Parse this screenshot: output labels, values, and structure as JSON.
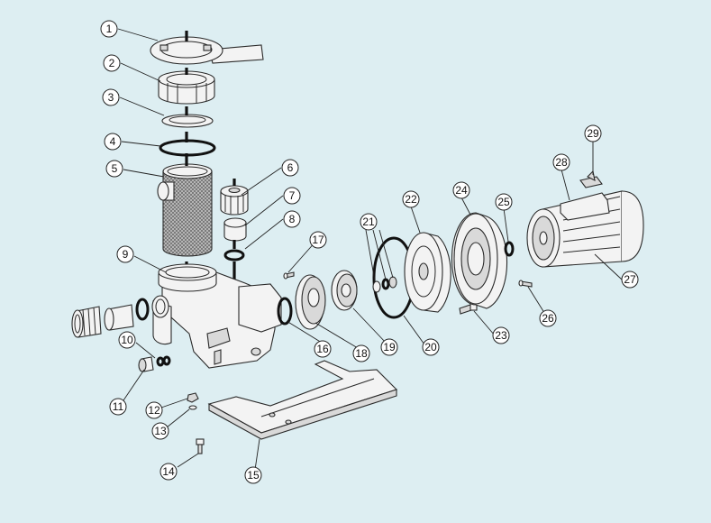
{
  "colors": {
    "background": "#ddeef2",
    "line": "#2a2a2a"
  },
  "parts": [
    {
      "label": "1"
    },
    {
      "label": "2"
    },
    {
      "label": "3"
    },
    {
      "label": "4"
    },
    {
      "label": "5"
    },
    {
      "label": "6"
    },
    {
      "label": "7"
    },
    {
      "label": "8"
    },
    {
      "label": "9"
    },
    {
      "label": "10"
    },
    {
      "label": "11"
    },
    {
      "label": "12"
    },
    {
      "label": "13"
    },
    {
      "label": "14"
    },
    {
      "label": "15"
    },
    {
      "label": "16"
    },
    {
      "label": "17"
    },
    {
      "label": "18"
    },
    {
      "label": "19"
    },
    {
      "label": "20"
    },
    {
      "label": "21"
    },
    {
      "label": "22"
    },
    {
      "label": "23"
    },
    {
      "label": "24"
    },
    {
      "label": "25"
    },
    {
      "label": "26"
    },
    {
      "label": "27"
    },
    {
      "label": "28"
    },
    {
      "label": "29"
    }
  ]
}
